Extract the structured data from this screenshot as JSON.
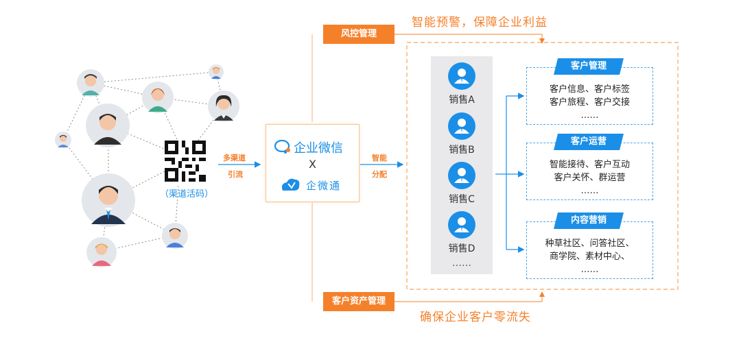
{
  "top_label": "智能预警，保障企业利益",
  "bottom_label": "确保企业客户零流失",
  "risk_tag": "风控管理",
  "asset_tag": "客户资产管理",
  "flow_left": [
    "多渠道",
    "引流"
  ],
  "flow_right": [
    "智能",
    "分配"
  ],
  "qr_caption": "（渠道活码）",
  "center": {
    "brand_top": "企业微信",
    "cross": "X",
    "brand_bottom": "企微通"
  },
  "sales": [
    "销售A",
    "销售B",
    "销售C",
    "销售D"
  ],
  "sales_more": "……",
  "cards": [
    {
      "title": "客户管理",
      "lines": [
        "客户信息、客户标签",
        "客户旅程、客户交接",
        "……"
      ]
    },
    {
      "title": "客户运营",
      "lines": [
        "智能接待、客户互动",
        "客户关怀、群运营",
        "……"
      ]
    },
    {
      "title": "内容营销",
      "lines": [
        "种草社区、问答社区、",
        "商学院、素材中心、",
        "……"
      ]
    }
  ],
  "colors": {
    "orange": "#f5802a",
    "blue": "#1b8fe7"
  }
}
